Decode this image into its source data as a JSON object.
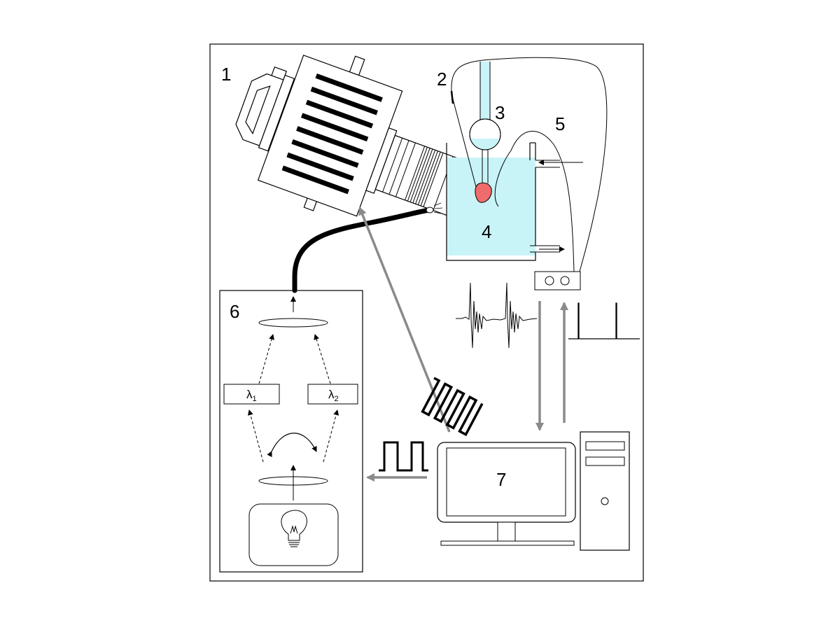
{
  "labels": {
    "camera": "1",
    "stimulation_electrode": "2",
    "cannula": "3",
    "bath": "4",
    "recording_electrode": "5",
    "light_source": "6",
    "computer": "7"
  },
  "filters": {
    "lambda1": "λ",
    "lambda1_sub": "1",
    "lambda2": "λ",
    "lambda2_sub": "2"
  },
  "colors": {
    "solution": "#c8f4f8",
    "heart": "#f06b6b",
    "signal_arrow": "#8a8a8a",
    "line": "#000000"
  }
}
